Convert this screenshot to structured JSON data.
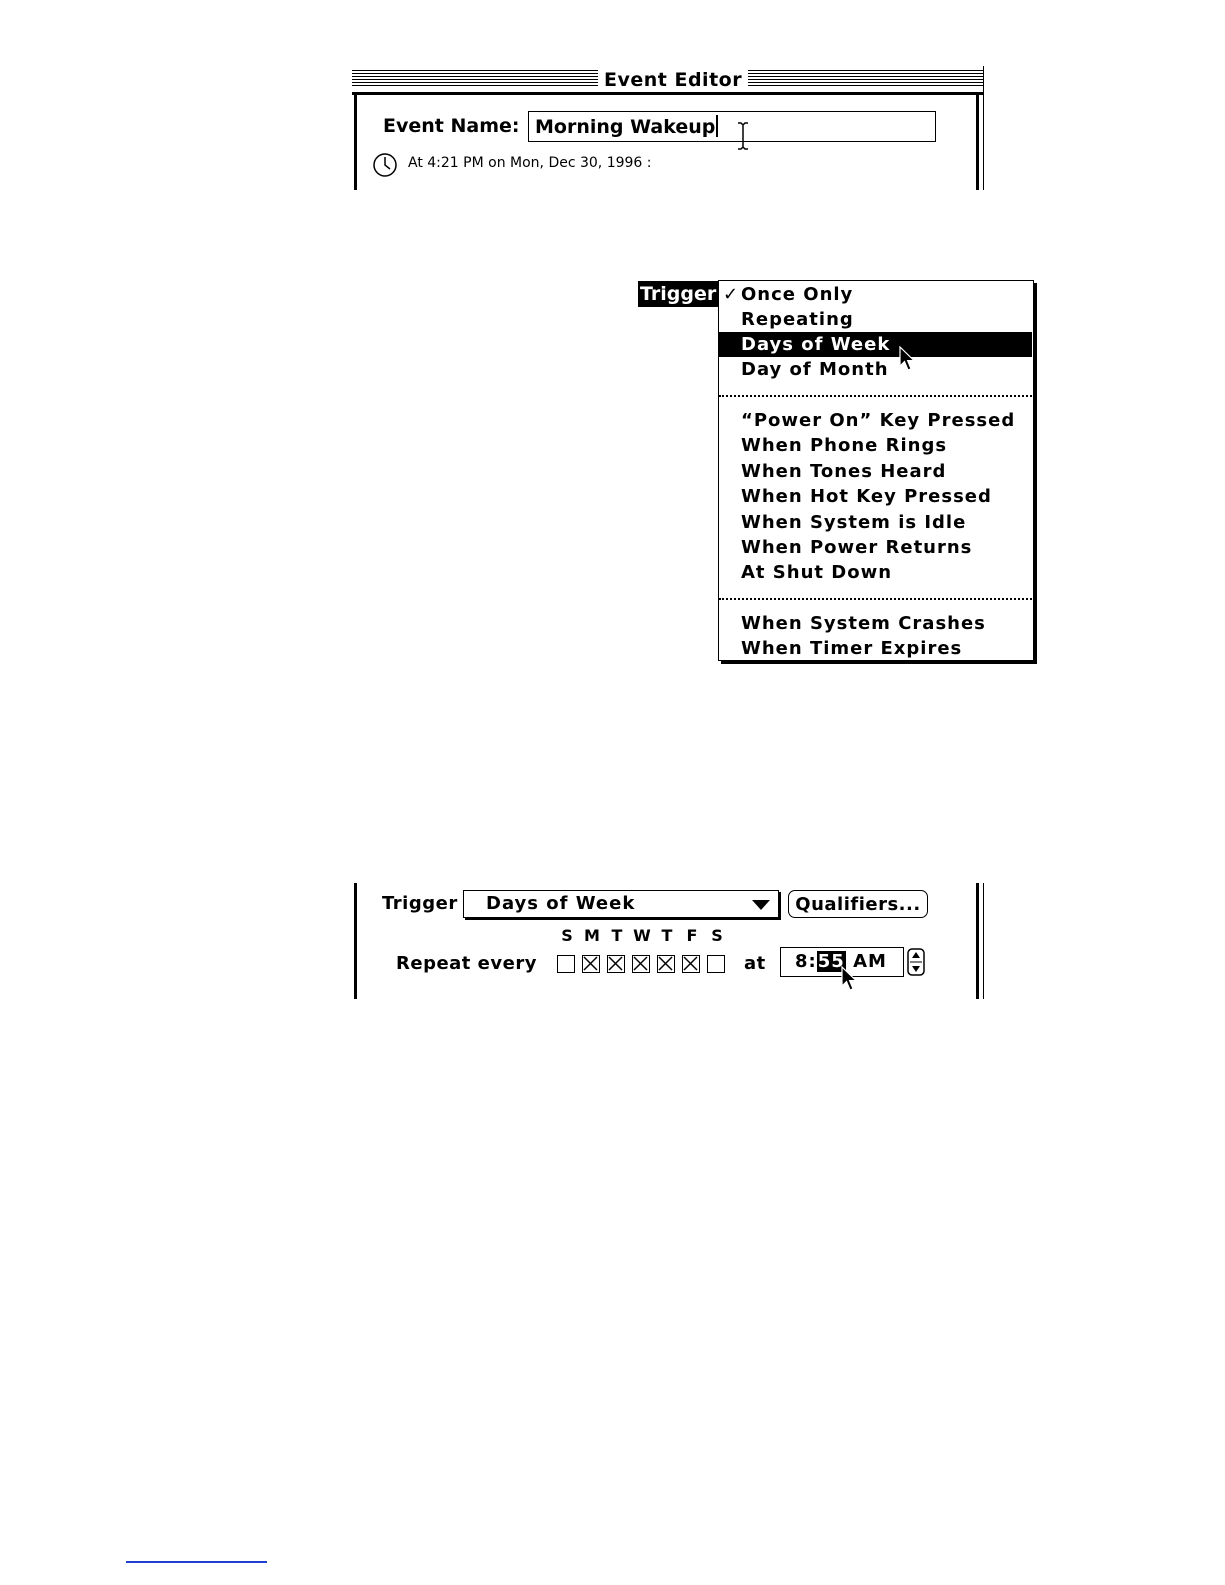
{
  "event_editor": {
    "window_title": "Event Editor",
    "event_name_label": "Event Name:",
    "event_name_value": "Morning Wakeup",
    "schedule_text": "At 4:21 PM on Mon, Dec 30, 1996 :"
  },
  "trigger_menu": {
    "label": "Trigger",
    "checked_item": "Once Only",
    "highlighted_item": "Days of Week",
    "groups": [
      [
        "Once Only",
        "Repeating",
        "Days of Week",
        "Day of Month"
      ],
      [
        "“Power On” Key Pressed",
        "When Phone Rings",
        "When Tones Heard",
        "When Hot Key Pressed",
        "When System is Idle",
        "When Power Returns",
        "At Shut Down"
      ],
      [
        "When System Crashes",
        "When Timer Expires"
      ]
    ]
  },
  "trigger_row": {
    "label": "Trigger",
    "selected": "Days of Week",
    "qualifiers_button": "Qualifiers...",
    "repeat_label": "Repeat every",
    "days": [
      {
        "letter": "S",
        "checked": false
      },
      {
        "letter": "M",
        "checked": true
      },
      {
        "letter": "T",
        "checked": true
      },
      {
        "letter": "W",
        "checked": true
      },
      {
        "letter": "T",
        "checked": true
      },
      {
        "letter": "F",
        "checked": true
      },
      {
        "letter": "S",
        "checked": false
      }
    ],
    "at_label": "at",
    "time_hour": "8:",
    "time_minute": "55",
    "time_period": "AM"
  }
}
